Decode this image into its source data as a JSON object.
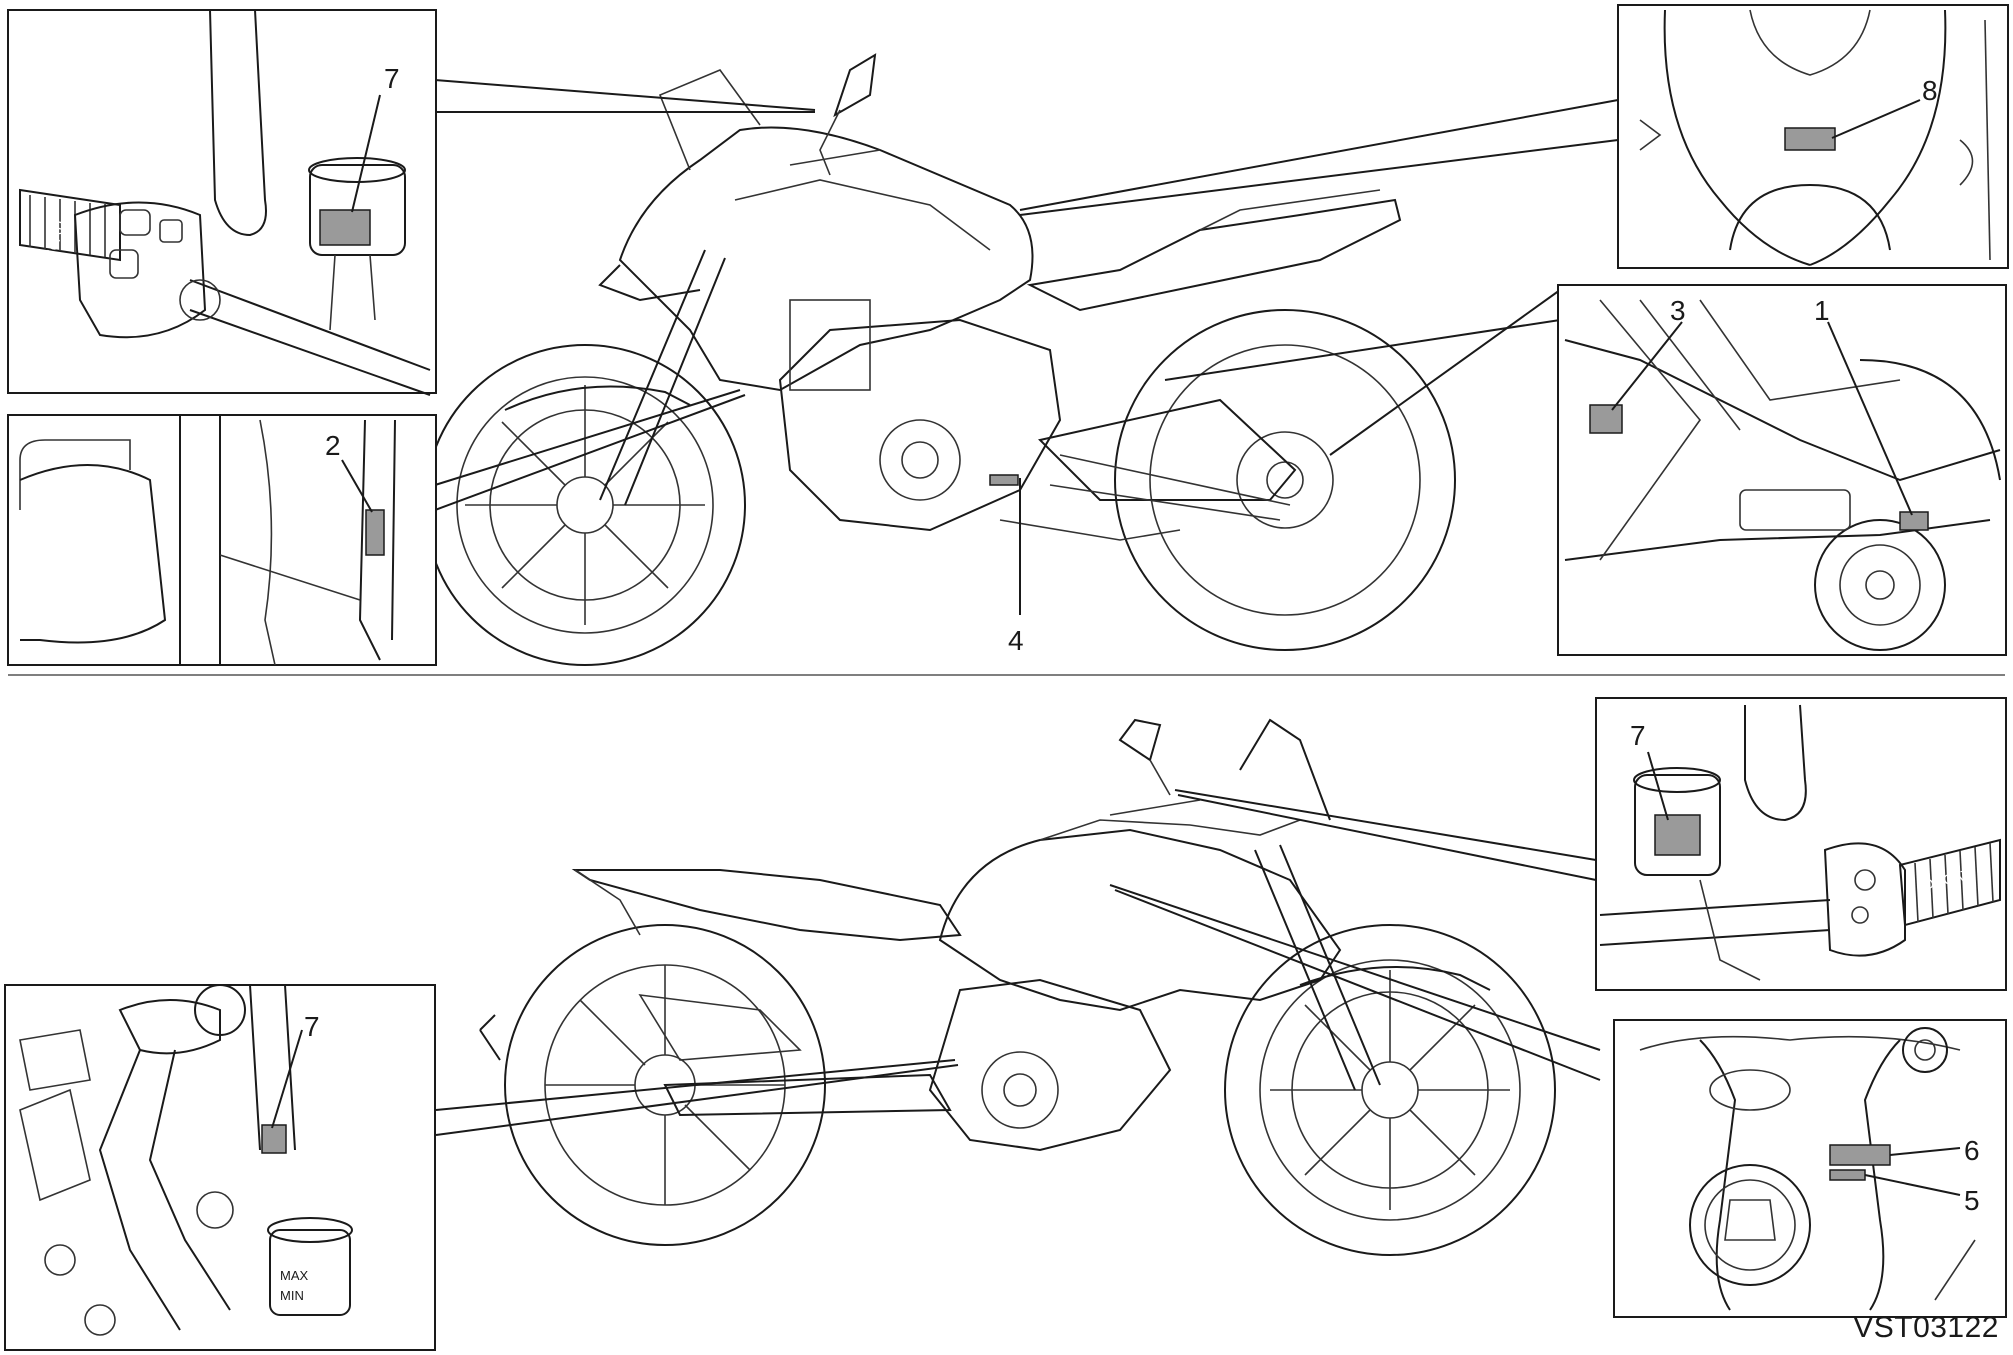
{
  "callouts": {
    "c1": "1",
    "c2": "2",
    "c3": "3",
    "c4": "4",
    "c5": "5",
    "c6": "6",
    "c7a": "7",
    "c7b": "7",
    "c7c": "7",
    "c8": "8"
  },
  "reference_code": "VST03122",
  "brand_text": {
    "grip_top": "DUCATI",
    "grip_bottom": "DUCATI",
    "reservoir_max": "MAX",
    "reservoir_min": "MIN"
  },
  "colors": {
    "line": "#1a1a1a",
    "label_patch": "#9a9a9a",
    "background": "#ffffff"
  }
}
